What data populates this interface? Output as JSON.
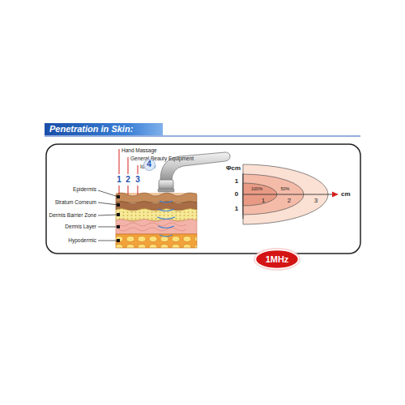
{
  "diagram": {
    "title": "Penetration in Skin:",
    "nodes": [
      {
        "text": [
          "1MHz"
        ]
      },
      {
        "text": [
          "4"
        ]
      }
    ],
    "labels": [
      "Hand Massage",
      "General Beauty Equipment",
      "Ionizer",
      "1",
      "2",
      "3",
      "Epidermis",
      "Stratum Corneum",
      "Dermis Barrier Zone",
      "Dermis Layer",
      "Hypodermic",
      "Φcm",
      "1",
      "0",
      "1",
      "1",
      "2",
      "3",
      "cm",
      "100%",
      "50%"
    ]
  }
}
